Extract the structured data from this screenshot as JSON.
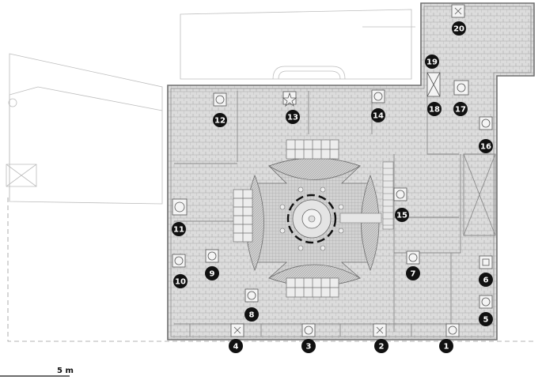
{
  "drawing": {
    "scale_bar_label": "5 m",
    "markers": [
      {
        "label": "1"
      },
      {
        "label": "2"
      },
      {
        "label": "3"
      },
      {
        "label": "4"
      },
      {
        "label": "5"
      },
      {
        "label": "6"
      },
      {
        "label": "7"
      },
      {
        "label": "8"
      },
      {
        "label": "9"
      },
      {
        "label": "10"
      },
      {
        "label": "11"
      },
      {
        "label": "12"
      },
      {
        "label": "13"
      },
      {
        "label": "14"
      },
      {
        "label": "15"
      },
      {
        "label": "16"
      },
      {
        "label": "17"
      },
      {
        "label": "18"
      },
      {
        "label": "19"
      },
      {
        "label": "20"
      }
    ],
    "colors": {
      "line": "#888888",
      "floor_fill": "#d6d6d6",
      "marker_fill": "#111111",
      "marker_text": "#ffffff"
    }
  }
}
